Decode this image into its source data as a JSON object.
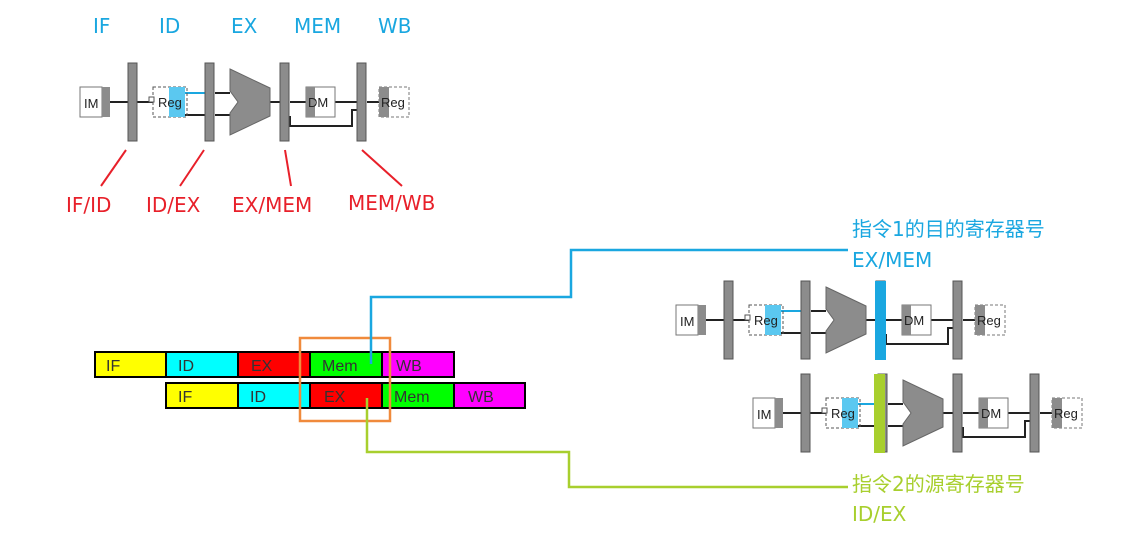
{
  "top_pipeline": {
    "stage_labels": [
      "IF",
      "ID",
      "EX",
      "MEM",
      "WB"
    ],
    "register_labels": [
      "IF/ID",
      "ID/EX",
      "EX/MEM",
      "MEM/WB"
    ],
    "units": {
      "im": "IM",
      "reg": "Reg",
      "dm": "DM",
      "wb_reg": "Reg"
    }
  },
  "timing": {
    "row1": [
      "IF",
      "ID",
      "EX",
      "Mem",
      "WB"
    ],
    "row2": [
      "IF",
      "ID",
      "EX",
      "Mem",
      "WB"
    ],
    "stage_colors": {
      "IF": "#ffff00",
      "ID": "#00ffff",
      "EX": "#ff0000",
      "Mem": "#00ff00",
      "WB": "#ff00ff"
    }
  },
  "callouts": {
    "instr1_title": "指令1的目的寄存器号",
    "instr1_reg": "EX/MEM",
    "instr2_title": "指令2的源寄存器号",
    "instr2_reg": "ID/EX"
  },
  "colors": {
    "stage_blue": "#1aa7e0",
    "register_red": "#e8202a",
    "forward_green": "#a8cf2e",
    "highlight_orange": "#f08a3c",
    "hw_gray": "#8c8c8c"
  }
}
